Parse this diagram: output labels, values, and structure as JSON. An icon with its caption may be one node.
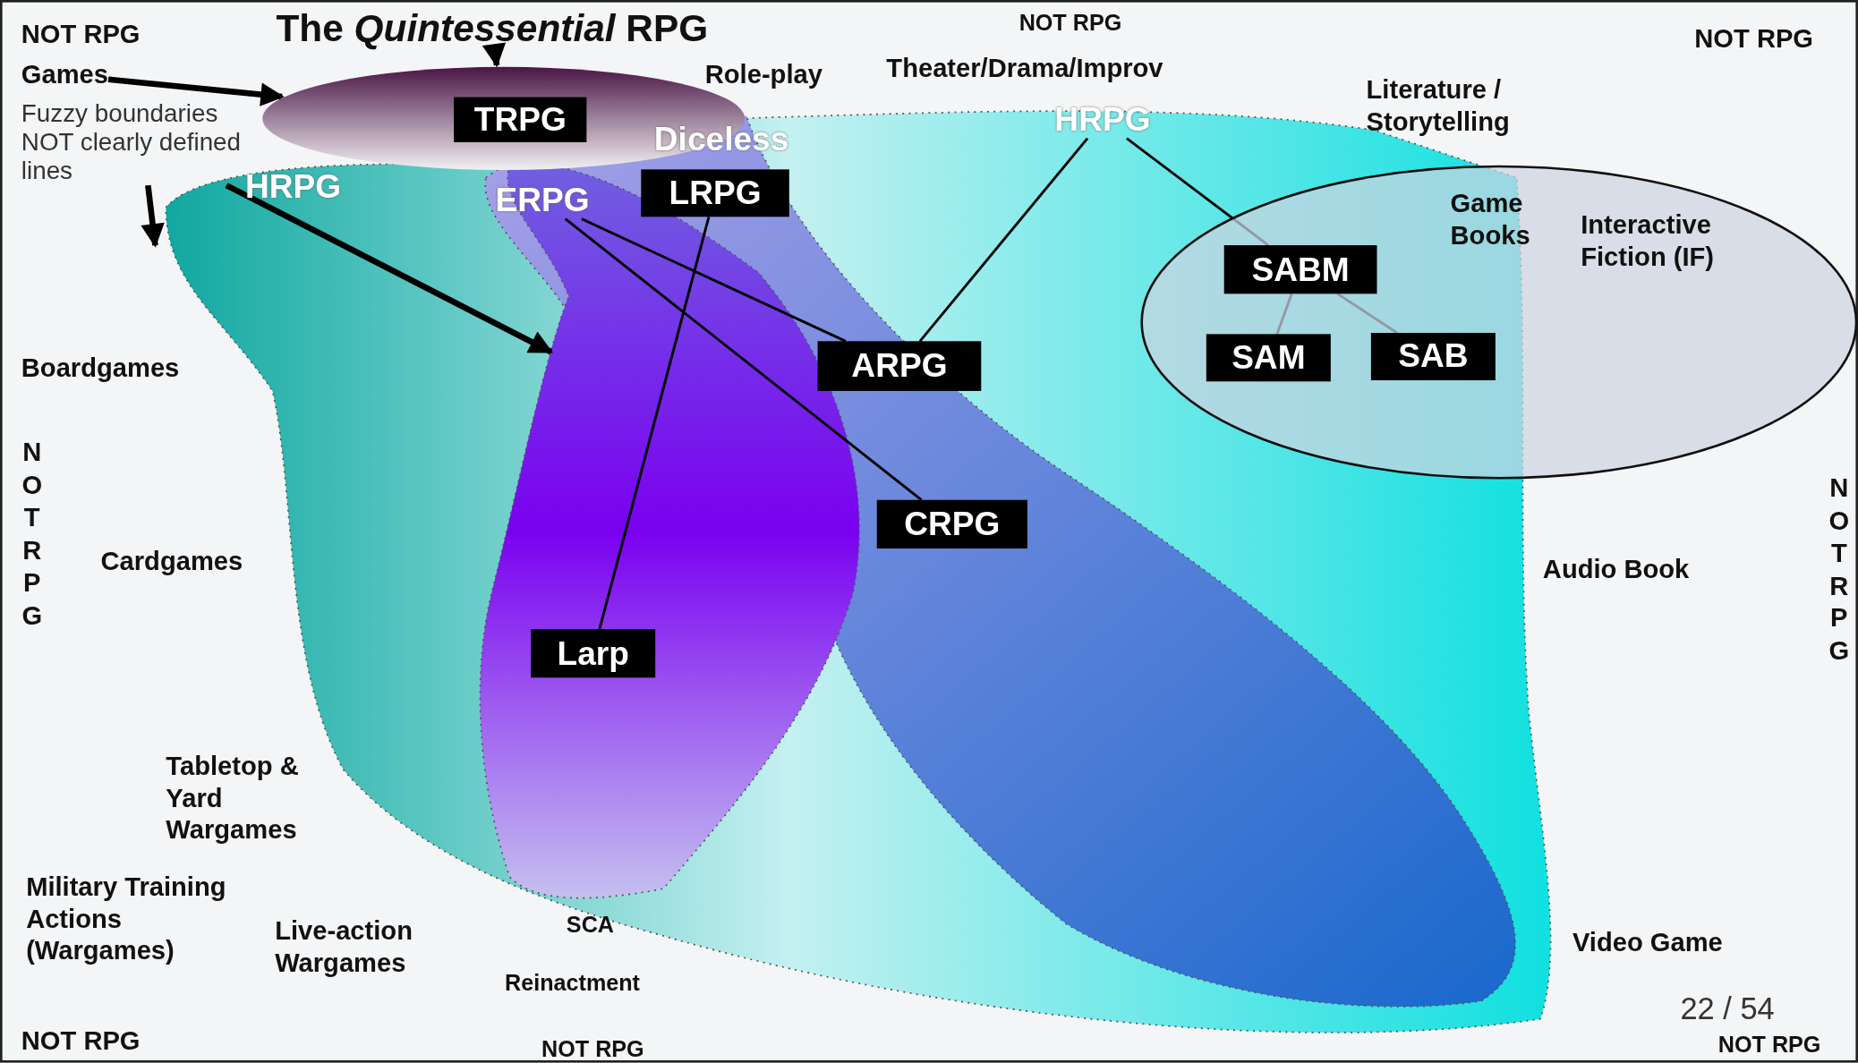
{
  "diagram": {
    "nodes": [
      {
        "text": [
          "The *Quintessential* RPG"
        ]
      },
      {
        "text": [
          "Games"
        ]
      },
      {
        "text": [
          "Fuzzy boundaries NOT clearly defined lines"
        ]
      },
      {
        "text": [],
        "shape": "ellipse"
      },
      {
        "text": [
          "TRPG"
        ],
        "in": 3
      },
      {
        "text": [
          "ERPG"
        ]
      },
      {
        "text": [
          "HRPG"
        ]
      },
      {
        "text": [
          "LRPG"
        ]
      },
      {
        "text": [
          "ARPG"
        ]
      },
      {
        "text": [
          "CRPG"
        ]
      },
      {
        "text": [
          "Larp"
        ]
      },
      {
        "text": [
          "Game Books",
          "Interactive Fiction (IF)"
        ]
      },
      {
        "text": [
          "SABM"
        ],
        "in": 11
      },
      {
        "text": [
          "SAM"
        ],
        "in": 11
      },
      {
        "text": [
          "SAB"
        ],
        "in": 11
      }
    ],
    "edges": [
      {
        "from": 0,
        "to": 3,
        "arrow": "to",
        "style": "thick"
      },
      {
        "from": 1,
        "to": 3,
        "arrow": "to",
        "style": "thick"
      },
      {
        "from": 2,
        "to": null,
        "arrow": "to",
        "style": "thick"
      },
      {
        "from": 2,
        "to": null,
        "arrow": "to",
        "style": "thick"
      },
      {
        "from": 5,
        "to": 8,
        "arrow": "none"
      },
      {
        "from": 5,
        "to": 9,
        "arrow": "none"
      },
      {
        "from": 7,
        "to": 10,
        "arrow": "none"
      },
      {
        "from": 6,
        "to": 8,
        "arrow": "none"
      },
      {
        "from": 6,
        "to": 12,
        "arrow": "none"
      },
      {
        "from": 12,
        "to": 13,
        "arrow": "none"
      },
      {
        "from": 12,
        "to": 14,
        "arrow": "none"
      }
    ],
    "labels": [
      "NOT RPG",
      "NOT RPG",
      "NOT RPG",
      "Role-play",
      "Theater/Drama/Improv",
      "Literature / Storytelling",
      "HRPG",
      "Diceless",
      "Boardgames",
      "N O T R P G",
      "N O T R P G",
      "Cardgames",
      "Audio Book",
      "Tabletop & Yard Wargames",
      "Military Training Actions (Wargames)",
      "Live-action Wargames",
      "SCA",
      "Video Game",
      "Reinactment",
      "22 / 54",
      "NOT RPG",
      "NOT RPG",
      "NOT RPG"
    ]
  }
}
